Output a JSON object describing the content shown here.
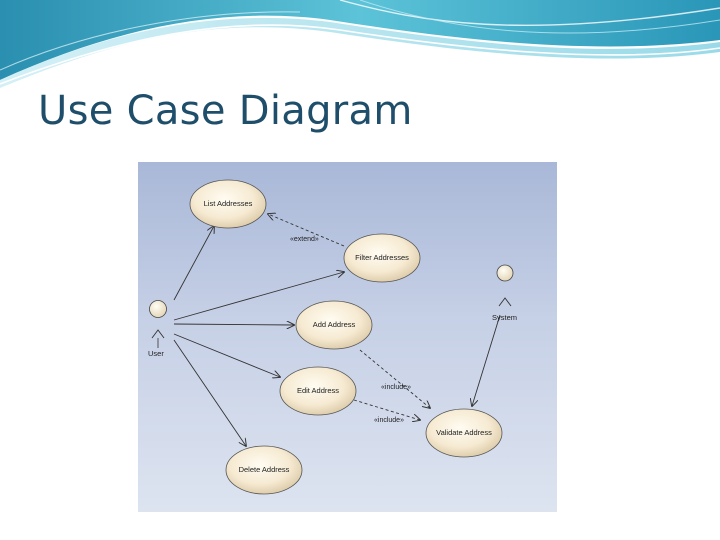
{
  "slide": {
    "title": "Use Case Diagram"
  },
  "diagram": {
    "actors": [
      {
        "id": "user",
        "label": "User"
      },
      {
        "id": "system",
        "label": "System"
      }
    ],
    "use_cases": [
      {
        "id": "list",
        "label": "List Addresses"
      },
      {
        "id": "filter",
        "label": "Filter Addresses"
      },
      {
        "id": "add",
        "label": "Add Address"
      },
      {
        "id": "edit",
        "label": "Edit Address"
      },
      {
        "id": "delete",
        "label": "Delete Address"
      },
      {
        "id": "validate",
        "label": "Validate Address"
      }
    ],
    "relationships": [
      {
        "type": "extend",
        "label": "«extend»",
        "from": "filter",
        "to": "list"
      },
      {
        "type": "include",
        "label": "«include»",
        "from": "add",
        "to": "validate"
      },
      {
        "type": "include",
        "label": "«include»",
        "from": "edit",
        "to": "validate"
      }
    ],
    "associations": [
      {
        "from": "user",
        "to": "list"
      },
      {
        "from": "user",
        "to": "filter"
      },
      {
        "from": "user",
        "to": "add"
      },
      {
        "from": "user",
        "to": "edit"
      },
      {
        "from": "user",
        "to": "delete"
      },
      {
        "from": "system",
        "to": "validate"
      }
    ]
  }
}
